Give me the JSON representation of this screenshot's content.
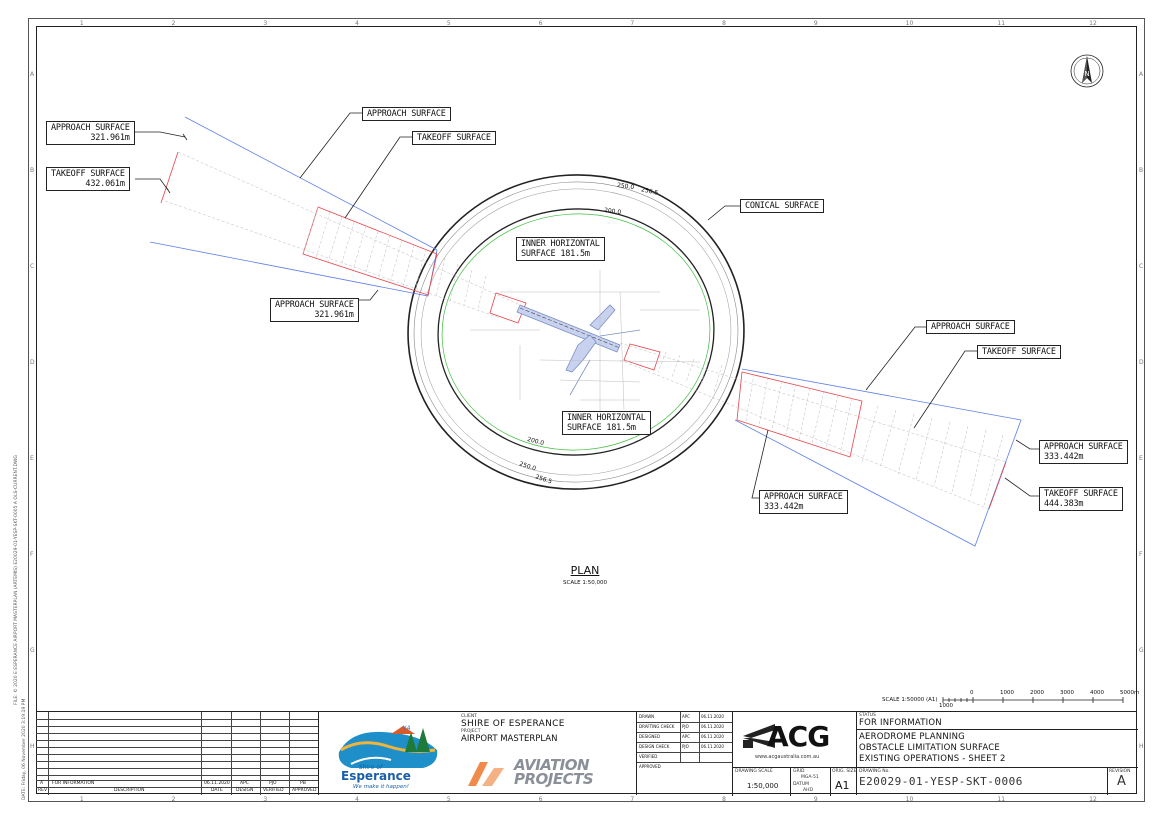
{
  "grid": {
    "cols": [
      "1",
      "2",
      "3",
      "4",
      "5",
      "6",
      "7",
      "8",
      "9",
      "10",
      "11",
      "12"
    ],
    "rows": [
      "A",
      "B",
      "C",
      "D",
      "E",
      "F",
      "G",
      "H"
    ]
  },
  "labels": {
    "approach_nw_outer": {
      "title": "APPROACH SURFACE",
      "value": "321.961m"
    },
    "takeoff_nw_outer": {
      "title": "TAKEOFF SURFACE",
      "value": "432.061m"
    },
    "approach_nw_top": {
      "title": "APPROACH SURFACE"
    },
    "takeoff_nw_top": {
      "title": "TAKEOFF SURFACE"
    },
    "conical": {
      "title": "CONICAL SURFACE"
    },
    "inner_horizontal_top": {
      "title": "INNER HORIZONTAL",
      "value": "SURFACE 181.5m"
    },
    "approach_nw_inner": {
      "title": "APPROACH SURFACE",
      "value": "321.961m"
    },
    "approach_se_top": {
      "title": "APPROACH SURFACE"
    },
    "takeoff_se_top": {
      "title": "TAKEOFF SURFACE"
    },
    "inner_horizontal_bottom": {
      "title": "INNER HORIZONTAL",
      "value": "SURFACE 181.5m"
    },
    "approach_se_outer": {
      "title": "APPROACH SURFACE",
      "value": "333.442m"
    },
    "approach_se_inner": {
      "title": "APPROACH SURFACE",
      "value": "333.442m"
    },
    "takeoff_se_outer": {
      "title": "TAKEOFF SURFACE",
      "value": "444.383m"
    }
  },
  "contours": {
    "c250_top": "250.0",
    "c2565_top": "256.5",
    "c200_top": "200.0",
    "c200_bottom": "200.0",
    "c250_bottom": "250.0",
    "c2565_bottom": "256.5"
  },
  "plan": {
    "title": "PLAN",
    "scale": "SCALE 1:50,000"
  },
  "scale_bar": {
    "label": "SCALE 1:50000 (A1)",
    "ticks": [
      "0",
      "1000",
      "2000",
      "3000",
      "4000",
      "5000m"
    ],
    "left_tick": "1000"
  },
  "side_text": "FILE: © 2020 E ESPERANCE AIRPORT MASTERPLAN (ARTEMIS) E20029-01-YESP-SKT-0005 A OLS-CURRENT.DWG",
  "side_text2": "DATE: Friday, 06 November 2020 3:19:19 PM",
  "revision_table": {
    "row": {
      "rev": "A",
      "description": "FOR INFORMATION",
      "date": "06.11.2020",
      "design": "APC",
      "verified": "PJO",
      "approved": "PB"
    },
    "headers": {
      "rev": "REV",
      "description": "DESCRIPTION",
      "date": "DATE",
      "design": "DESIGN",
      "verified": "VERIFIED",
      "approved": "APPROVED"
    }
  },
  "client": {
    "label": "CLIENT",
    "name": "SHIRE OF ESPERANCE",
    "project_label": "PROJECT",
    "project": "AIRPORT MASTERPLAN",
    "logo_shire": "Shire of",
    "logo_name": "Esperance",
    "logo_tagline": "We make it happen!",
    "aviation": "AVIATION",
    "projects": "PROJECTS"
  },
  "checks": [
    {
      "label": "DRAWN",
      "initials": "APC",
      "date": "06.11.2020"
    },
    {
      "label": "DRAFTING CHECK",
      "initials": "PJO",
      "date": "06.11.2020"
    },
    {
      "label": "DESIGNED",
      "initials": "APC",
      "date": "06.11.2020"
    },
    {
      "label": "DESIGN CHECK",
      "initials": "PJO",
      "date": "06.11.2020"
    },
    {
      "label": "VERIFIED",
      "initials": "",
      "date": ""
    },
    {
      "label": "APPROVED",
      "initials": "",
      "date": ""
    }
  ],
  "acg": {
    "name": "ACG",
    "url": "www.acgaustralia.com.au"
  },
  "drawing_scale": {
    "label": "DRAWING SCALE",
    "value": "1:50,000"
  },
  "grid_datum": {
    "grid_label": "GRID",
    "grid": "MGA-51",
    "datum_label": "DATUM",
    "datum": "AHD"
  },
  "orig_size": {
    "label": "ORIG. SIZE",
    "value": "A1"
  },
  "status": {
    "label": "STATUS",
    "value": "FOR INFORMATION"
  },
  "title_lines": [
    "AERODROME PLANNING",
    "OBSTACLE LIMITATION SURFACE",
    "EXISTING OPERATIONS - SHEET 2"
  ],
  "drawing_no": {
    "label": "DRAWING No.",
    "value": "E20029-01-YESP-SKT-0006"
  },
  "revision": {
    "label": "REVISION",
    "value": "A"
  },
  "colors": {
    "approach": "#5b7fe8",
    "takeoff": "#e8434a",
    "inner_green": "#3fbf3f",
    "ink": "#222222"
  }
}
